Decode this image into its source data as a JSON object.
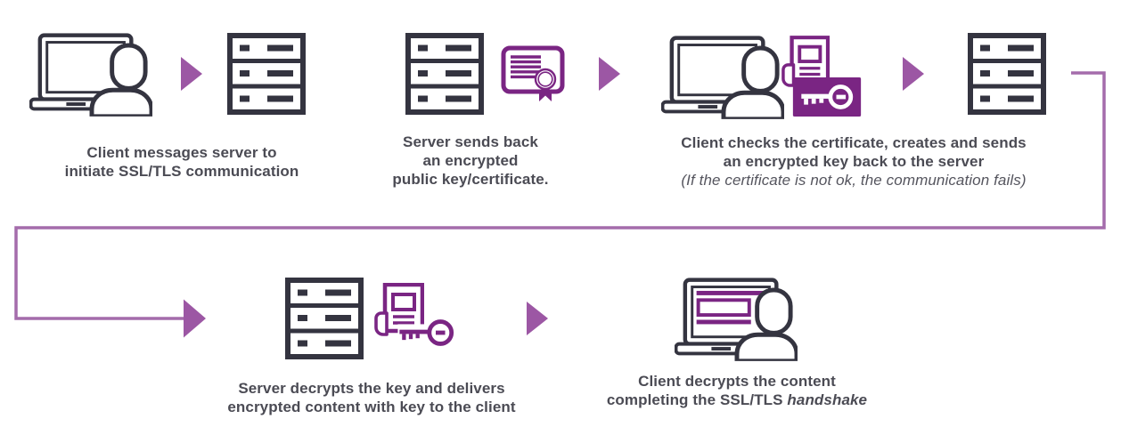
{
  "diagram": {
    "kind": "flow-diagram",
    "background": "#ffffff",
    "colors": {
      "icon_navy": "#343440",
      "caption_text": "#4b4b54",
      "purple_dark": "#7a2583",
      "purple_arrow": "#9c57a4",
      "purple_connector_line": "#a46cab"
    },
    "steps": [
      {
        "name": "client-initiates",
        "icons": [
          "laptop-user-icon",
          "arrow-icon",
          "server-icon"
        ],
        "line1": "Client messages server to",
        "line2": "initiate SSL/TLS communication"
      },
      {
        "name": "server-sends-certificate",
        "icons": [
          "server-icon",
          "certificate-icon",
          "arrow-icon"
        ],
        "line1": "Server sends back",
        "line2": "an encrypted",
        "line3": "public key/certificate."
      },
      {
        "name": "client-checks-certificate",
        "icons": [
          "laptop-user-icon",
          "document-icon",
          "key-icon",
          "arrow-icon",
          "server-icon"
        ],
        "line1": "Client checks the certificate, creates and sends",
        "line2": "an encrypted key back to the server",
        "note": "(If the certificate is not ok, the communication fails)"
      },
      {
        "name": "server-decrypts-key",
        "icons": [
          "server-icon",
          "document-icon",
          "key-icon",
          "arrow-icon"
        ],
        "line1": "Server decrypts the key and delivers",
        "line2": "encrypted content with key to the client"
      },
      {
        "name": "client-decrypts-content",
        "icons": [
          "laptop-user-content-icon"
        ],
        "line1": "Client decrypts the content",
        "line2_prefix": "completing the SSL/TLS ",
        "line2_italic": "handshake"
      }
    ]
  }
}
